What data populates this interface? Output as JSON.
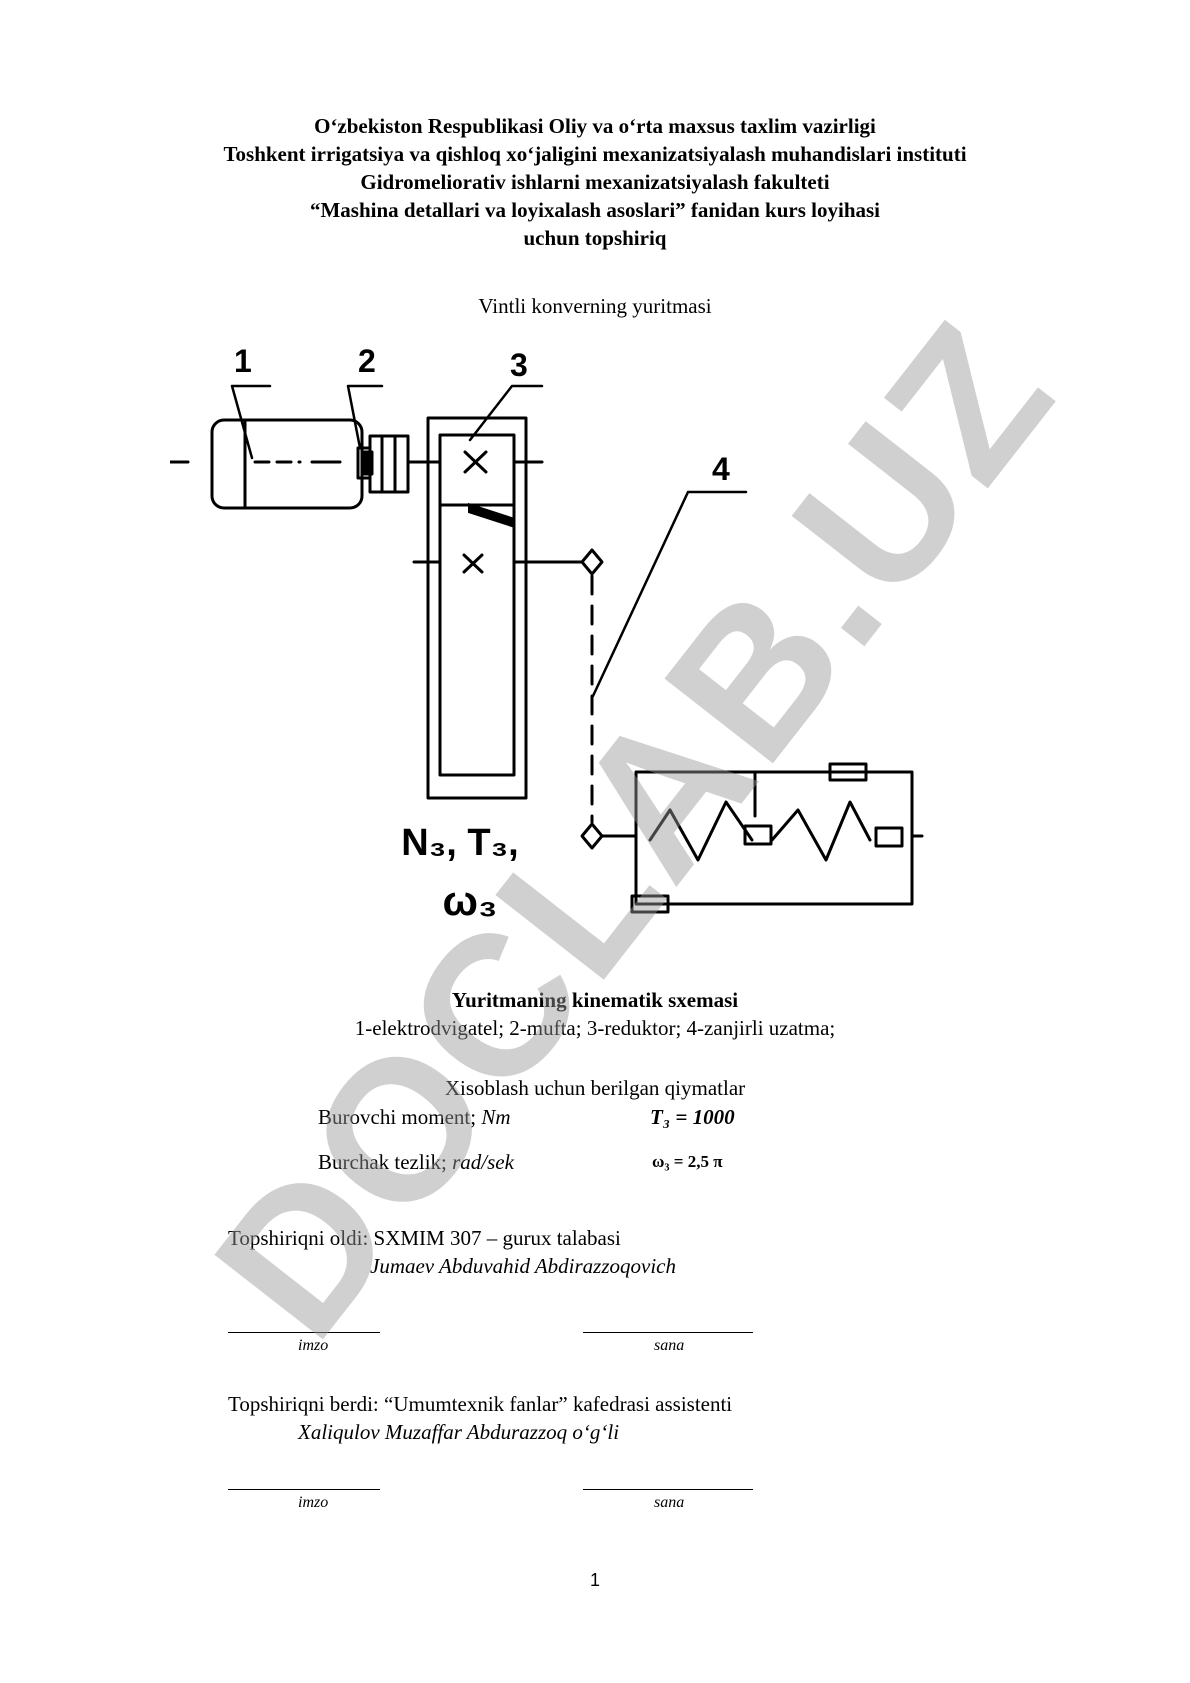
{
  "header": {
    "line1": "O‘zbekiston Respublikasi Oliy va o‘rta maxsus taxlim vazirligi",
    "line2": "Toshkent irrigatsiya va qishloq xo‘jaligini mexanizatsiyalash muhandislari instituti",
    "line3": "Gidromeliorativ ishlarni mexanizatsiyalash fakulteti",
    "line4": "“Mashina detallari va loyixalash asoslari” fanidan kurs loyihasi",
    "line5": "uchun topshiriq"
  },
  "subtitle": "Vintli konverning yuritmasi",
  "diagram": {
    "label_1": "1",
    "label_2": "2",
    "label_3": "3",
    "label_4": "4",
    "params_line1": "N₃, T₃,",
    "params_line2": "ω₃"
  },
  "caption": {
    "title": "Yuritmaning kinematik sxemasi",
    "legend": "1-elektrodvigatel; 2-mufta; 3-reduktor; 4-zanjirli uzatma;"
  },
  "given": {
    "heading": "Xisoblash uchun berilgan qiymatlar",
    "row1_label": "Burovchi moment; ",
    "row1_unit": "Nm",
    "row1_value": "T₃ = 1000",
    "row2_label": "Burchak tezlik; ",
    "row2_unit": "rad/sek",
    "row2_value": "ω₃ = 2,5 π"
  },
  "received": {
    "text": "Topshiriqni oldi: SXMIM 307 – gurux talabasi",
    "name": "Jumaev Abduvahid Abdirazzoqovich",
    "sign_label": "imzo",
    "date_label": "sana"
  },
  "given_by": {
    "text": "Topshiriqni berdi: “Umumtexnik fanlar” kafedrasi assistenti",
    "name": "Xaliqulov Muzaffar Abdurazzoq o‘g‘li",
    "sign_label": "imzo",
    "date_label": "sana"
  },
  "page_number": "1",
  "watermark": "DOCLAB.UZ"
}
